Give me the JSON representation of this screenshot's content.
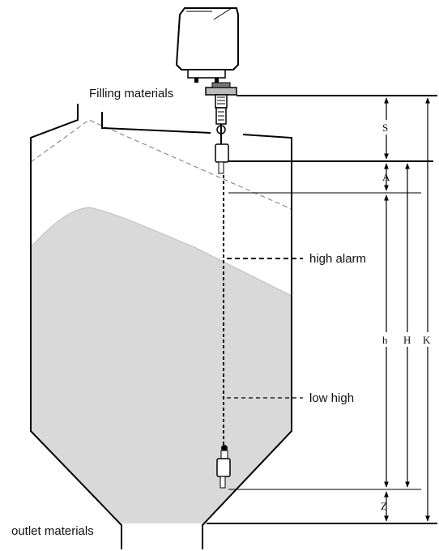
{
  "labels": {
    "filling": "Filling materials",
    "outlet": "outlet materials",
    "high_alarm": "high alarm",
    "low_alarm": "low high"
  },
  "dimensions": {
    "S": "S",
    "A": "A",
    "h": "h",
    "H": "H",
    "K": "K",
    "Z": "Z"
  },
  "colors": {
    "material": "#d9d9d9",
    "line": "#000000"
  }
}
